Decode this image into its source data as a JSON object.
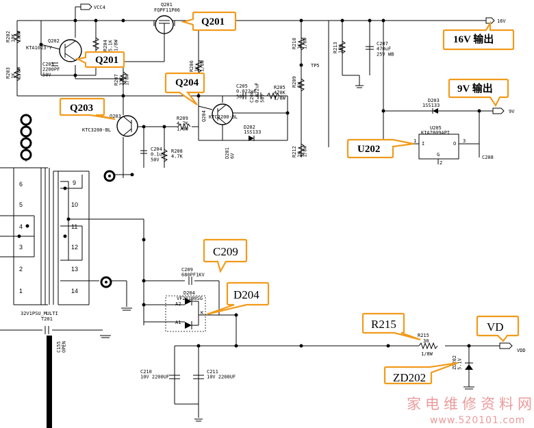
{
  "callouts": {
    "q201_top": "Q201",
    "q201_mid": "Q201",
    "q204": "Q204",
    "q203": "Q203",
    "out16v": "16V 输出",
    "out9v": "9V 输出",
    "u202": "U202",
    "c209": "C209",
    "d204": "D204",
    "r215": "R215",
    "vd": "VD",
    "zd202": "ZD202"
  },
  "labels": {
    "vcc4": "VCC4",
    "q201_ref": "Q201",
    "q201_part": "FQPF11P06",
    "q202_ref": "Q202",
    "q202_part": "KTA1023-Y",
    "r202": "R202\n10K\n1/8W",
    "r204": "R204\n5.1K\n1/8W",
    "r203": "R203\n1K\n1/8W",
    "c203": "C203\n2200PF\n50V",
    "r207": "R207\n33K\n1/8W",
    "r206_v": "R206\n1K\n1/8W",
    "c205": "C205\n0.022uF\n50V",
    "c206": "C206\n0.022uF\n50V",
    "r205": "R205\n470K\n1/8W",
    "q204_ref": "Q204",
    "q204_part": "KTC3200-BL",
    "q203_ref": "Q203",
    "q203_part": "KTC3200-BL",
    "r209": "R209\n4.7K\n1/8W",
    "c204": "C204\n0.1uF\n50V",
    "r208": "R208\n4.7K",
    "d202_ref": "D202",
    "d202_part": "1SS133",
    "d201": "D201\n6V",
    "r210": "R210\n1K\n1/8W",
    "tp5": "TP5",
    "r209b": "R209\n5K",
    "r212": "R212\n1K\n1/8W",
    "r213": "R213\n18K",
    "c207": "C207\n470uF\n25V WB",
    "v16": "16V",
    "d203_ref": "D203",
    "d203_part": "1SS133",
    "v9": "9V",
    "u205_ref": "U205",
    "u205_part": "KIA7809API",
    "pin_i": "I",
    "pin_o": "O",
    "pin_g": "G",
    "pin_1": "1",
    "pin_2": "2",
    "pin_3": "3",
    "c208": "C208",
    "t201_name": "32V1PSU_MULTI",
    "t201_ref": "T201",
    "c209_val": "C209\n680PF1KV",
    "d204_ref": "D204",
    "d204_part": "VF20100SG",
    "a2": "A2",
    "a1": "A1",
    "k": "K",
    "c155": "C155\nOPEN",
    "c210": "C210\n10V  2200UF",
    "c211": "C211\n10V  2200UF",
    "r215_ref": "R215",
    "r215_val": "30",
    "r215_w": "1/8W",
    "zd202_val": "ZD202\n5.1V",
    "vdd": "VDD"
  },
  "transformer_pins": {
    "left": [
      "6",
      "5",
      "4",
      "3",
      "2",
      "1"
    ],
    "right": [
      "9",
      "10",
      "11",
      "12",
      "13",
      "14"
    ]
  },
  "watermark": {
    "cn": "家电维修资料网",
    "url": "www.520101.com"
  }
}
